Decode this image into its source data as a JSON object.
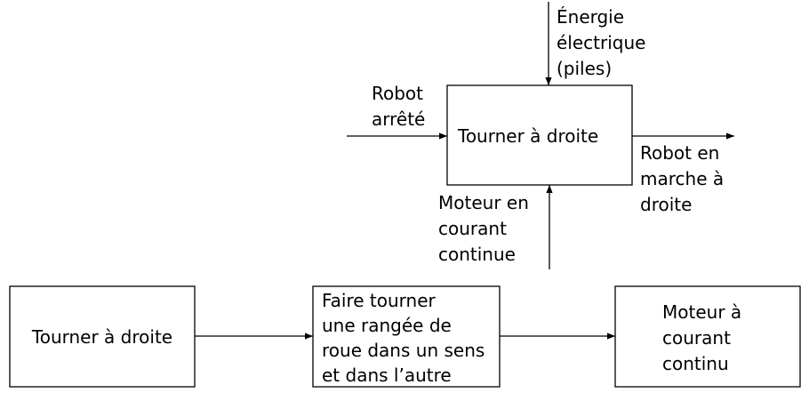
{
  "top_diagram": {
    "function_box": "Tourner à droite",
    "energy_input": [
      "Énergie",
      "électrique",
      "(piles)"
    ],
    "material_input": [
      "Robot",
      "arrêté"
    ],
    "material_output": [
      "Robot en",
      "marche à",
      "droite"
    ],
    "support": [
      "Moteur en",
      "courant",
      "continue"
    ]
  },
  "bottom_chain": {
    "box_1": "Tourner à droite",
    "box_2": [
      "Faire tourner",
      "une rangée de",
      "roue dans un sens",
      "et dans l’autre"
    ],
    "box_3": [
      "Moteur à",
      "courant",
      "continu"
    ]
  }
}
